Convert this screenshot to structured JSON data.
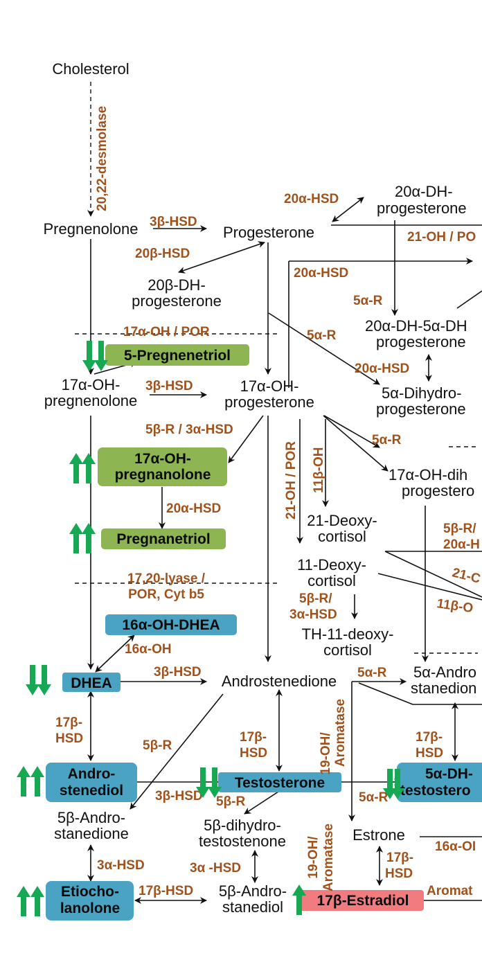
{
  "colors": {
    "enzyme": "#A0521C",
    "green_box": "#8DB552",
    "blue_box": "#4BA3C3",
    "red_box": "#F07C80",
    "arrow_green": "#17A853",
    "line": "#111111"
  },
  "molecules": {
    "cholesterol": "Cholesterol",
    "pregnenolone": "Pregnenolone",
    "progesterone": "Progesterone",
    "dh20b_1": "20β-DH-",
    "dh20b_2": "progesterone",
    "dh20a_1": "20α-DH-",
    "dh20a_2": "progesterone",
    "dh20a5a_1": "20α-DH-5α-DH",
    "dh20a5a_2": "progesterone",
    "ohpreg_1": "17α-OH-",
    "ohpreg_2": "pregnenolone",
    "ohprog_1": "17α-OH-",
    "ohprog_2": "progesterone",
    "dihydroprog_1": "5α-Dihydro-",
    "dihydroprog_2": "progesterone",
    "ohdih_1": "17α-OH-dih",
    "ohdih_2": "progestero",
    "deoxy21_1": "21-Deoxy-",
    "deoxy21_2": "cortisol",
    "deoxy11_1": "11-Deoxy-",
    "deoxy11_2": "cortisol",
    "th11_1": "TH-11-deoxy-",
    "th11_2": "cortisol",
    "androstenedione": "Androstenedione",
    "aandro_1": "5α-Andro",
    "aandro_2": "stanedion",
    "bandro_1": "5β-Andro-",
    "bandro_2": "stanedione",
    "bdht_1": "5β-dihydro-",
    "bdht_2": "testostenone",
    "estrone": "Estrone",
    "bdiol_1": "5β-Andro-",
    "bdiol_2": "stanediol"
  },
  "boxes": {
    "pregnenetriol5": "5-Pregnenetriol",
    "ohpregnanolone_1": "17α-OH-",
    "ohpregnanolone_2": "pregnanolone",
    "pregnanetriol": "Pregnanetriol",
    "ohdhea16": "16α-OH-DHEA",
    "dhea": "DHEA",
    "androstenediol_1": "Andro-",
    "androstenediol_2": "stenediol",
    "testosterone": "Testosterone",
    "dht5_1": "5α-DH-",
    "dht5_2": "testostero",
    "etiocholanolone_1": "Etiocho-",
    "etiocholanolone_2": "lanolone",
    "estradiol": "17β-Estradiol"
  },
  "enzymes": {
    "desmolase": "20,22-desmolase",
    "hsd3b_1": "3β-HSD",
    "hsd20b": "20β-HSD",
    "hsd20a_1": "20α-HSD",
    "po21_top": "21-OH / PO",
    "hsd20a_2": "20α-HSD",
    "r5a_1": "5α-R",
    "oh17_por": "17α-OH / POR",
    "r5a_2": "5α-R",
    "hsd20a_3": "20α-HSD",
    "hsd3b_2": "3β-HSD",
    "r5b_hsd3a": "5β-R / 3α-HSD",
    "oh21_por": "21-OH / POR",
    "oh11b": "11β-OH",
    "r5a_3": "5α-R",
    "hsd20a_4": "20α-HSD",
    "r5b_20a_1": "5β-R/",
    "r5b_20a_2": "20α-H",
    "c21": "21-C",
    "oh11b_2": "11β-O",
    "lyase_1": "17,20-lyase /",
    "lyase_2": "POR, Cyt b5",
    "r5b_hsd3a_1": "5β-R/",
    "r5b_hsd3a_2": "3α-HSD",
    "oh16a": "16α-OH",
    "hsd3b_3": "3β-HSD",
    "r5a_4": "5α-R",
    "hsd17b_1a": "17β-",
    "hsd17b_1b": "HSD",
    "r5b_1": "5β-R",
    "hsd17b_2a": "17β-",
    "hsd17b_2b": "HSD",
    "arom_1a": "19-OH/",
    "arom_1b": "Aromatase",
    "hsd17b_3a": "17β-",
    "hsd17b_3b": "HSD",
    "hsd3b_4": "3β-HSD",
    "r5b_2": "5β-R",
    "r5a_5": "5α-R",
    "arom_2a": "19-OH/",
    "arom_2b": "Aromatase",
    "oh16a_2": "16α-OI",
    "hsd3a_1": "3α-HSD",
    "hsd3a_2": "3α -HSD",
    "hsd17b_4a": "17β-",
    "hsd17b_4b": "HSD",
    "hsd17b_5": "17β-HSD",
    "aromat": "Aromat"
  }
}
